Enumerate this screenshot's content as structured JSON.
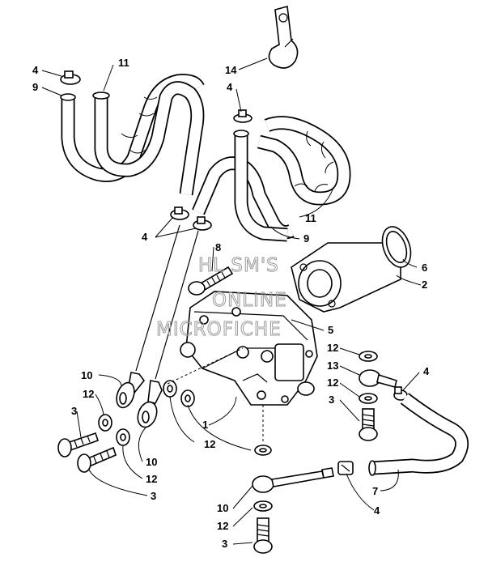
{
  "diagram": {
    "watermark": [
      "HL SM'S",
      "ONLINE",
      "MICROFICHE"
    ],
    "callouts": {
      "c4_top_left": "4",
      "c9_top_left": "9",
      "c11_top": "11",
      "c14": "14",
      "c4_top_mid": "4",
      "c11_right": "11",
      "c9_mid": "9",
      "c4_mid_left": "4",
      "c8": "8",
      "c6": "6",
      "c2": "2",
      "c5": "5",
      "c12_right_a": "12",
      "c13": "13",
      "c12_right_b": "12",
      "c4_right": "4",
      "c3_right": "3",
      "c10_left": "10",
      "c12_left": "12",
      "c3_left": "3",
      "c1": "1",
      "c12_center": "12",
      "c10_left_b": "10",
      "c12_left_b": "12",
      "c3_left_b": "3",
      "c7": "7",
      "c4_bottom": "4",
      "c10_bottom": "10",
      "c12_bottom": "12",
      "c3_bottom": "3"
    }
  }
}
